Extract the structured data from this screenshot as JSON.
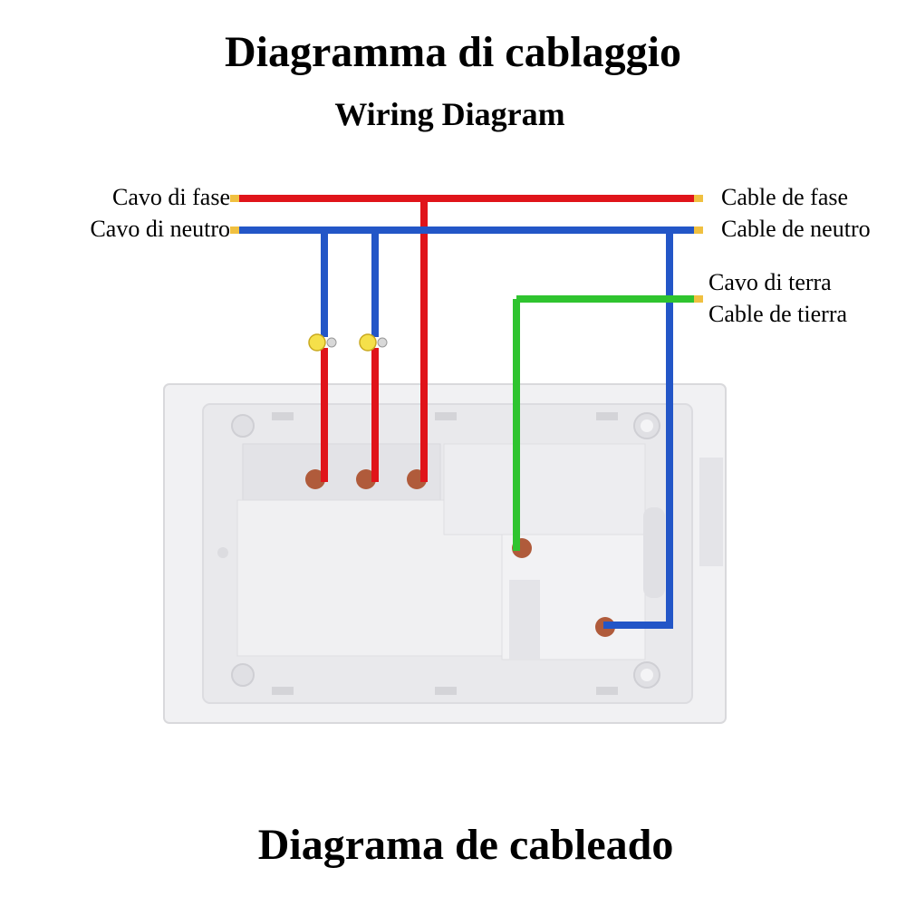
{
  "titles": {
    "italian": "Diagramma di cablaggio",
    "english": "Wiring Diagram",
    "spanish": "Diagrama de cableado"
  },
  "labels": {
    "phase_it": "Cavo di fase",
    "neutral_it": "Cavo di neutro",
    "phase_es": "Cable de fase",
    "neutral_es": "Cable de neutro",
    "earth_it": "Cavo di terra",
    "earth_es": "Cable de tierra"
  },
  "colors": {
    "phase": "#e0141a",
    "neutral": "#2356c7",
    "earth": "#2fc42f",
    "wire_tip": "#f0c040",
    "terminal": "#b05b3b",
    "socket_body": "#eeeeef",
    "socket_outline": "#d9d9dc"
  }
}
